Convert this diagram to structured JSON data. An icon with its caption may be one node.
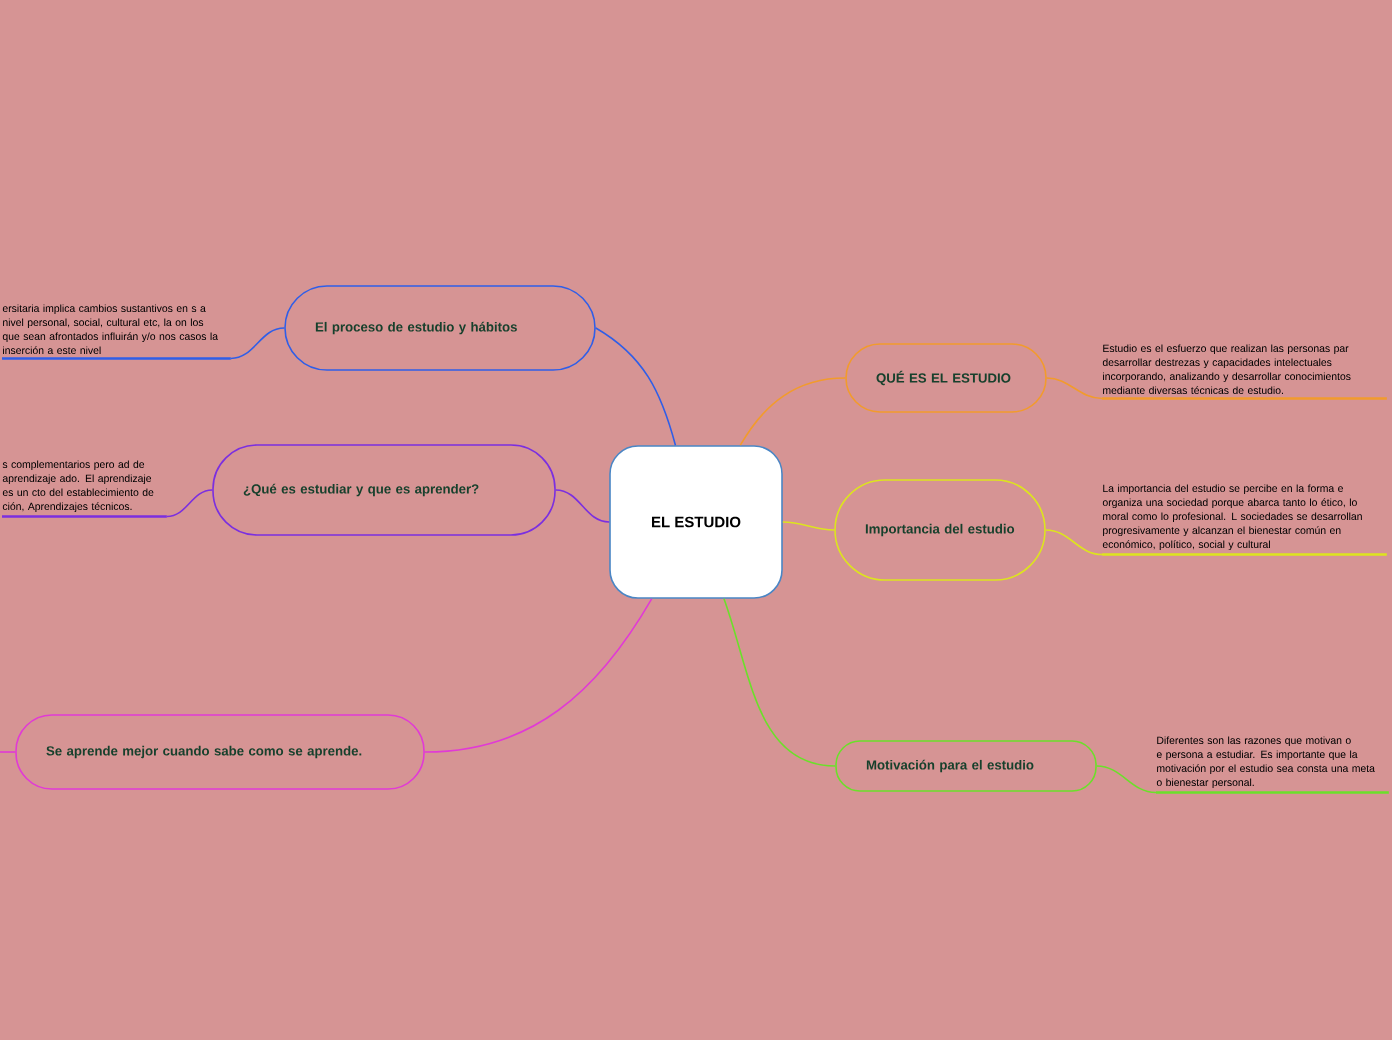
{
  "diagram": {
    "nodes": [
      {
        "text": [
          "EL ESTUDIO"
        ]
      },
      {
        "text": [
          "QUÉ ES EL ESTUDIO"
        ]
      },
      {
        "text": [
          "Importancia del estudio"
        ]
      },
      {
        "text": [
          "Motivación para el estudio"
        ]
      },
      {
        "text": [
          "El proceso de estudio y hábitos"
        ]
      },
      {
        "text": [
          "¿Qué es estudiar y que es aprender?"
        ]
      },
      {
        "text": [
          "Se aprende mejor cuando sabe como se aprende."
        ]
      },
      {
        "text": [
          "Estudio es el esfuerzo que realizan las personas par desarrollar destrezas y capacidades intelectuales incorporando, analizando y desarrollar conocimientos mediante diversas técnicas de estudio."
        ]
      },
      {
        "text": [
          "La importancia del estudio se percibe en la forma e organiza una sociedad porque abarca tanto lo ético, lo moral como lo profesional. L sociedades se desarrollan progresivamente y alcanzan el bienestar común en económico, político, social y cultural"
        ]
      },
      {
        "text": [
          "Diferentes son las razones que motivan o e persona a estudiar. Es importante que la motivación por el estudio sea consta una meta o bienestar personal."
        ]
      },
      {
        "text": [
          "ersitaria implica cambios sustantivos en s a nivel personal, social, cultural etc, la on los que sean afrontados influirán y/o nos casos la inserción a este nivel"
        ]
      },
      {
        "text": [
          "s complementarios pero ad de aprendizaje ado. El aprendizaje es un cto del establecimiento de ción, Aprendizajes técnicos."
        ]
      }
    ],
    "edges": [
      {
        "from": 0,
        "to": 1,
        "arrow": "none",
        "color": "#f29b2c"
      },
      {
        "from": 0,
        "to": 2,
        "arrow": "none",
        "color": "#dde41e"
      },
      {
        "from": 0,
        "to": 3,
        "arrow": "none",
        "color": "#6be02a"
      },
      {
        "from": 0,
        "to": 4,
        "arrow": "none",
        "color": "#2f5ee8"
      },
      {
        "from": 0,
        "to": 5,
        "arrow": "none",
        "color": "#7b2fe0"
      },
      {
        "from": 0,
        "to": 6,
        "arrow": "none",
        "color": "#e13ad6"
      },
      {
        "from": 1,
        "to": 7,
        "arrow": "none",
        "color": "#f29b2c"
      },
      {
        "from": 2,
        "to": 8,
        "arrow": "none",
        "color": "#dde41e"
      },
      {
        "from": 3,
        "to": 9,
        "arrow": "none",
        "color": "#6be02a"
      },
      {
        "from": 4,
        "to": 10,
        "arrow": "none",
        "color": "#2f5ee8"
      },
      {
        "from": 5,
        "to": 11,
        "arrow": "none",
        "color": "#7b2fe0"
      },
      {
        "from": 6,
        "to": null,
        "arrow": "none",
        "color": "#e13ad6"
      }
    ]
  }
}
